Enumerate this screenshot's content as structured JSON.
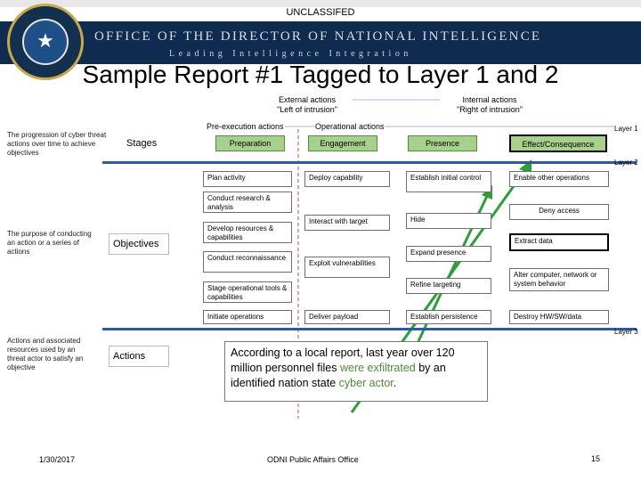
{
  "classification": "UNCLASSIFED",
  "header": {
    "title": "OFFICE OF THE DIRECTOR OF NATIONAL INTELLIGENCE",
    "subtitle": "Leading Intelligence Integration"
  },
  "slide_title": "Sample Report #1 Tagged to Layer 1 and 2",
  "columns": {
    "external": "External actions\n\"Left of intrusion\"",
    "internal": "Internal actions\n\"Right of intrusion\"",
    "pre_execution": "Pre-execution actions",
    "operational": "Operational actions"
  },
  "layers": {
    "layer1": "Layer 1",
    "layer2": "Layer 2",
    "layer3": "Layer 3"
  },
  "rows": {
    "stages": {
      "description": "The progression of cyber threat actions over time to achieve objectives",
      "label": "Stages"
    },
    "objectives": {
      "description": "The purpose of conducting an action or a series of actions",
      "label": "Objectives"
    },
    "actions": {
      "description": "Actions and associated resources used by an threat actor to satisfy an objective",
      "label": "Actions"
    }
  },
  "stages": {
    "preparation": "Preparation",
    "engagement": "Engagement",
    "presence": "Presence",
    "effect": "Effect/Consequence"
  },
  "objectives": {
    "plan_activity": "Plan activity",
    "conduct_research": "Conduct research & analysis",
    "develop_resources": "Develop resources & capabilities",
    "conduct_recon": "Conduct reconnaissance",
    "stage_tools": "Stage operational tools & capabilities",
    "initiate_operations": "Initiate operations",
    "deploy_capability": "Deploy capability",
    "interact_target": "Interact with target",
    "exploit_vuln": "Exploit vulnerabilities",
    "deliver_payload": "Deliver payload",
    "establish_control": "Establish initial control",
    "hide": "Hide",
    "expand_presence": "Expand presence",
    "refine_targeting": "Refine targeting",
    "establish_persistence": "Establish persistence",
    "enable_other": "Enable other operations",
    "deny_access": "Deny access",
    "extract_data": "Extract data",
    "alter_behavior": "Alter computer, network or system behavior",
    "destroy": "Destroy HW/SW/data"
  },
  "callout": {
    "part1": "According to a local report, last year over 120 million personnel files ",
    "highlight1": "were exfiltrated",
    "part2": " by an identified nation state ",
    "highlight2": "cyber actor",
    "part3": "."
  },
  "footer": {
    "date": "1/30/2017",
    "office": "ODNI Public Affairs Office",
    "page": "15"
  },
  "colors": {
    "header_bg": "#0f2b4f",
    "layer_line": "#2e5a9e",
    "stage_green": "#a8d08d",
    "highlight_green": "#4f8a34",
    "arrow_green": "#2e9e3a"
  },
  "icons": {
    "seal": "odni-seal-icon"
  }
}
